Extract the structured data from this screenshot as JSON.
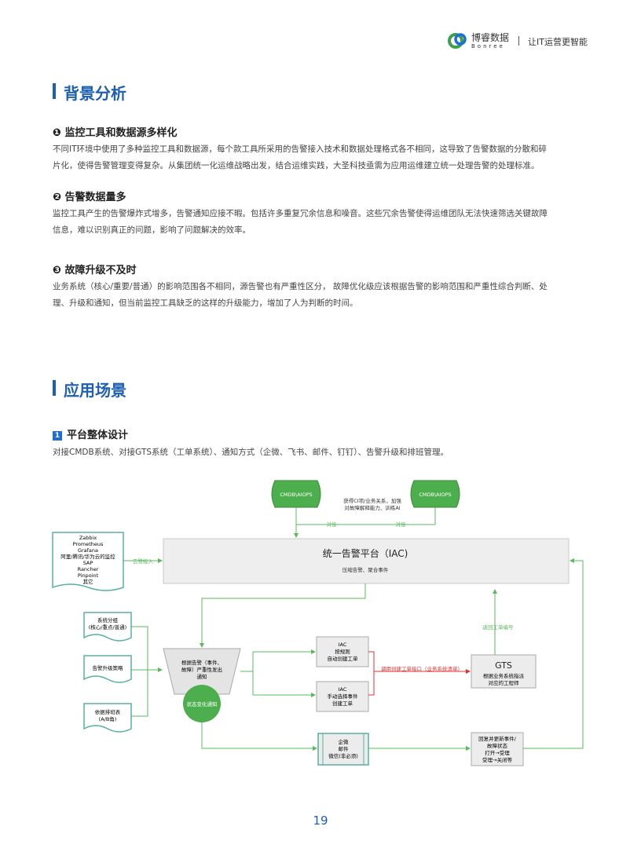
{
  "header": {
    "brand_name": "博睿数据",
    "brand_sub": "Bonree",
    "slogan": "让IT运营更智能"
  },
  "section1": {
    "title": "背景分析",
    "items": [
      {
        "heading": "❶ 监控工具和数据源多样化",
        "lines": [
          "不同IT环境中使用了多种监控工具和数据源，每个款工具所采用的告警接入技术和数据处理格式各不相同，这导致了告警数据的分散和碎",
          "片化，使得告警管理变得复杂。从集团统一化运维战略出发，结合运维实践，大圣科技亟需为应用运维建立统一处理告警的处理标准。"
        ]
      },
      {
        "heading": "❷ 告警数据量多",
        "lines": [
          "监控工具产生的告警爆炸式增多，告警通知应接不暇。包括许多重复冗余信息和噪音。这些冗余告警使得运维团队无法快速筛选关键故障",
          "信息，难以识别真正的问题，影响了问题解决的效率。"
        ]
      },
      {
        "heading": "❸ 故障升级不及时",
        "lines": [
          "业务系统（核心/重要/普通）的影响范围各不相同，源告警也有严重性区分，  故障优化级应该根据告警的影响范围和严重性综合判断、处",
          "理、升级和通知，但当前监控工具缺乏的这样的升级能力，增加了人为判断的时间。"
        ]
      }
    ]
  },
  "section2": {
    "title": "应用场景",
    "sub_num": "1",
    "sub_title": "平台整体设计",
    "desc": "对接CMDB系统、对接GTS系统（工单系统）、通知方式（企微、飞书、邮件、钉钉）、告警升级和排班管理。"
  },
  "diagram": {
    "cmdb_left": "CMDB\\AIOPS",
    "cmdb_right": "CMDB\\AIOPS",
    "cmdb_note": [
      "获得CI项/业务关系，加强",
      "对故障解释能力、训练AI"
    ],
    "dock_left": "对接",
    "dock_right": "对接",
    "sources": [
      "Zabbix",
      "Prometheus",
      "Grafana",
      "阿里/腾讯/华为云的监控",
      "SAP",
      "Rancher",
      "Pinpoint",
      "其它"
    ],
    "alert_in": "告警接入",
    "iac_title": "统一告警平台（IAC)",
    "iac_sub": "压缩告警、聚合事件",
    "doc_group": [
      "系统分组",
      "(核心/重点/普通)"
    ],
    "doc_policy": "告警升级策略",
    "doc_roster": [
      "依据排班表",
      "(A/B角)"
    ],
    "funnel": [
      "根据告警（事件、",
      "故障）严重性发出",
      "通知"
    ],
    "state_notice": "状态变化通知",
    "auto_ticket": [
      "IAC",
      "按规则",
      "自动创建工单"
    ],
    "manual_ticket": [
      "IAC",
      "手动选择事件",
      "创建工单"
    ],
    "call_api": "调用创建工单接口（业务系统清单）",
    "gts_title": "GTS",
    "gts_sub": [
      "根据业务系统指派",
      "对应的工程师"
    ],
    "return_no": "返回工单编号",
    "channels": [
      "企微",
      "邮件",
      "微信(非必须)"
    ],
    "callback": [
      "回复并更新事件/",
      "故障状态",
      "打开→受理",
      "受理→关闭等"
    ]
  },
  "page_number": "19",
  "colors": {
    "accent": "#1d5fb3",
    "green": "#5bb85d",
    "red": "#e03030"
  }
}
